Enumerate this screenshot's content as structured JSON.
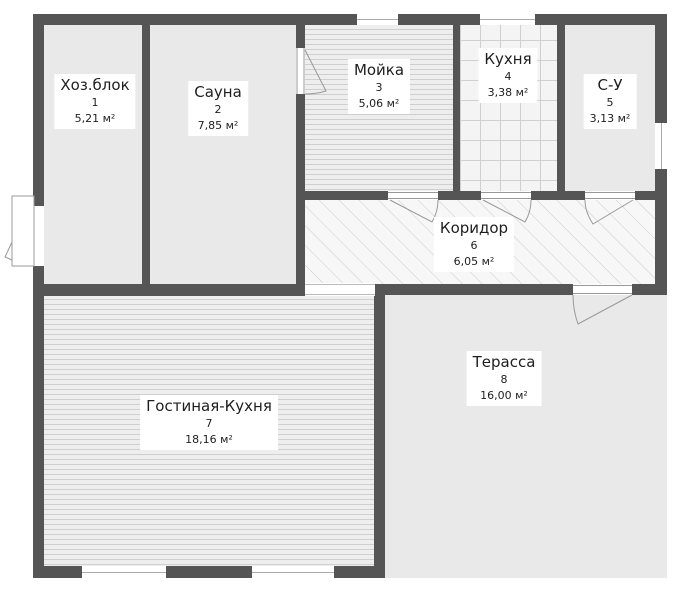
{
  "rooms": [
    {
      "id": "hozblok",
      "name": "Хоз.блок",
      "number": "1",
      "area": "5,21 м²",
      "floor": "plain"
    },
    {
      "id": "sauna",
      "name": "Сауна",
      "number": "2",
      "area": "7,85 м²",
      "floor": "plain"
    },
    {
      "id": "moika",
      "name": "Мойка",
      "number": "3",
      "area": "5,06 м²",
      "floor": "planks"
    },
    {
      "id": "kuhnya",
      "name": "Кухня",
      "number": "4",
      "area": "3,38 м²",
      "floor": "tiles"
    },
    {
      "id": "su",
      "name": "С-У",
      "number": "5",
      "area": "3,13 м²",
      "floor": "plain"
    },
    {
      "id": "koridor",
      "name": "Коридор",
      "number": "6",
      "area": "6,05 м²",
      "floor": "hatch"
    },
    {
      "id": "gostinaya",
      "name": "Гостиная-Кухня",
      "number": "7",
      "area": "18,16 м²",
      "floor": "planks"
    },
    {
      "id": "terrasa",
      "name": "Терасса",
      "number": "8",
      "area": "16,00 м²",
      "floor": "plain"
    }
  ],
  "colors": {
    "wall": "#555555",
    "floor": "#e9e9e9",
    "line": "#c8c8c8",
    "text": "#1e1e1e"
  }
}
